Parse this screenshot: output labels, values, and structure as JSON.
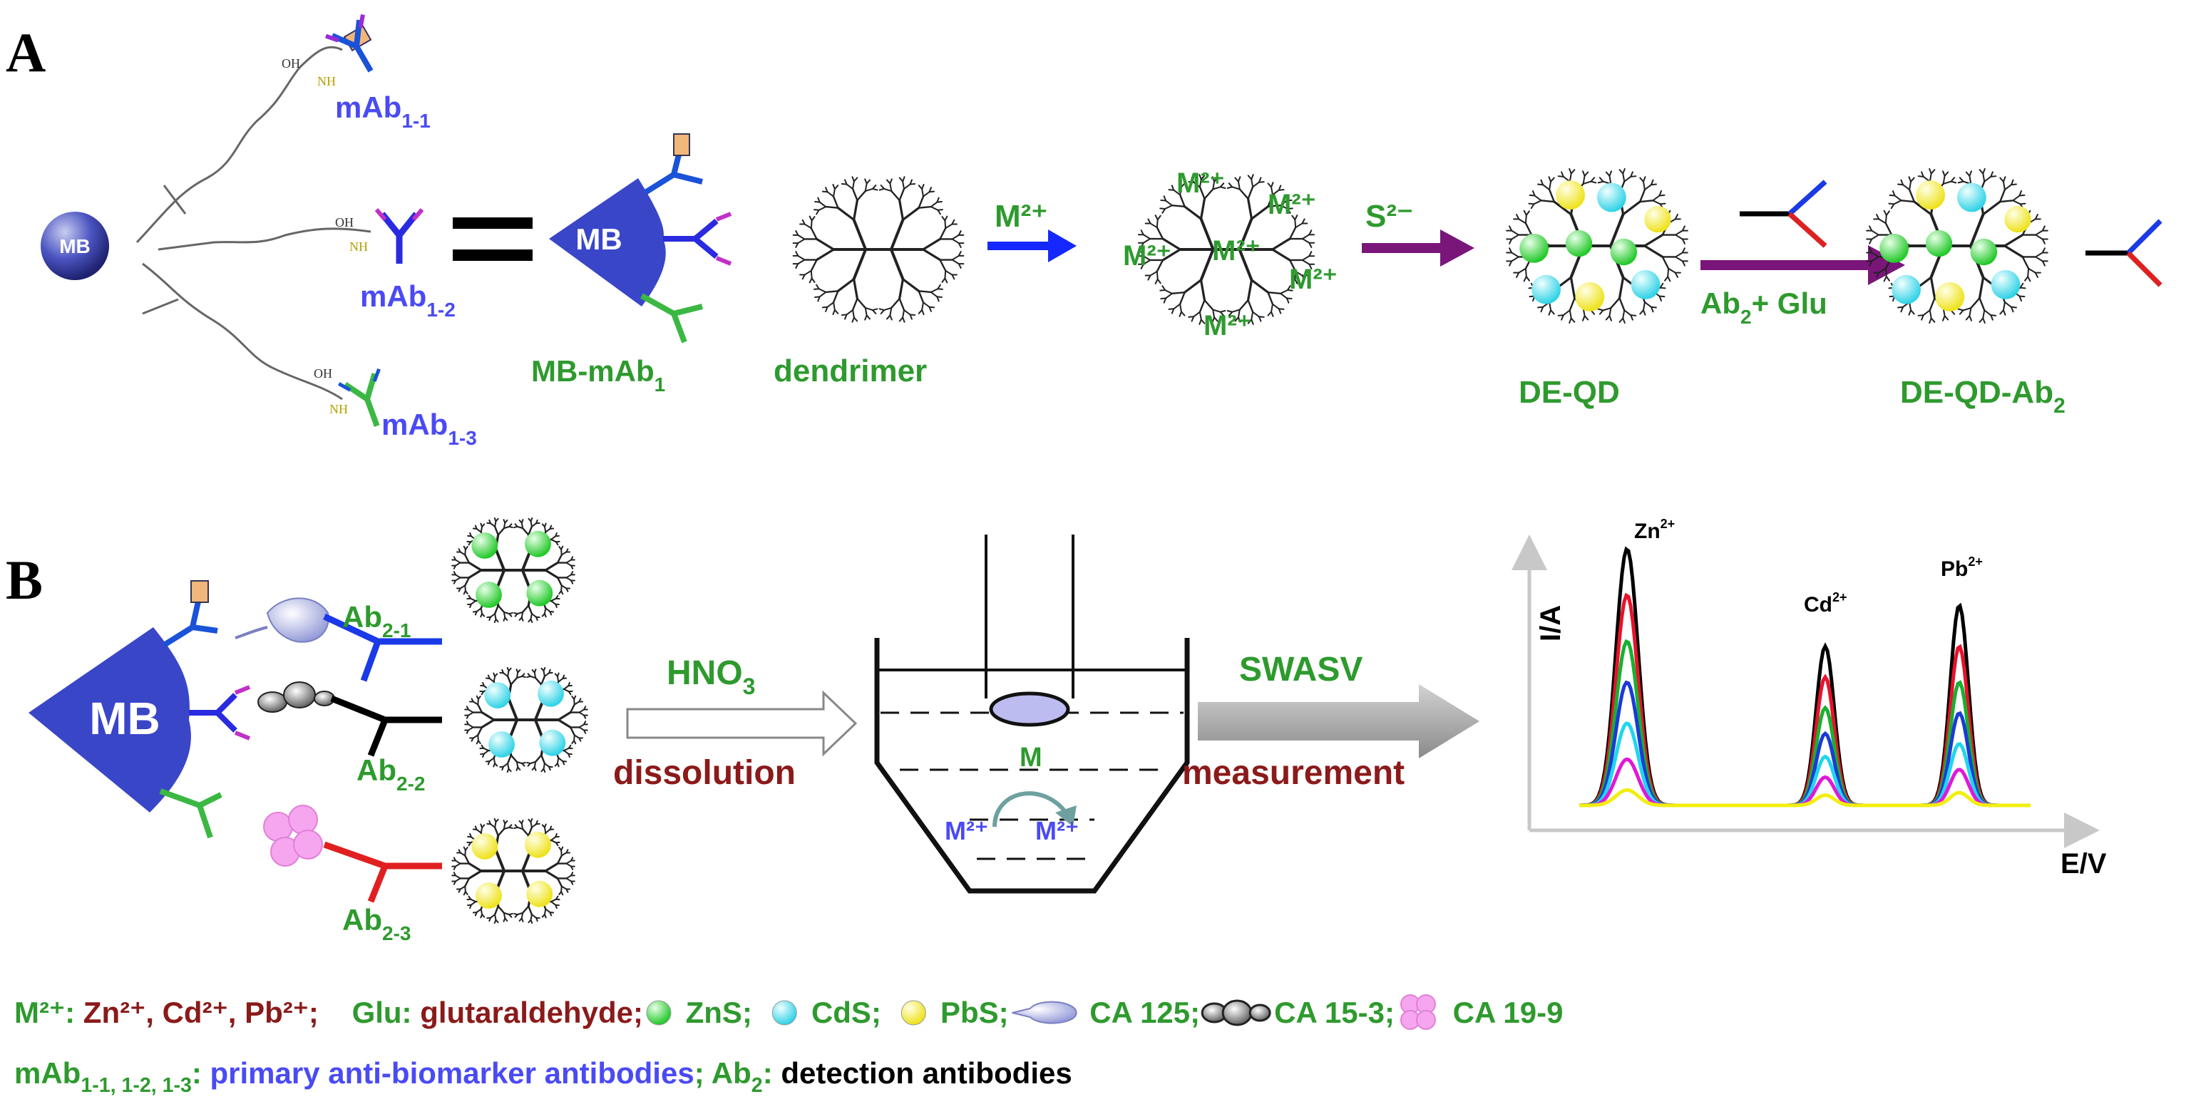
{
  "panels": {
    "a": "A",
    "b": "B"
  },
  "colors": {
    "green": "#2e9a2e",
    "blue_label": "#4a4af5",
    "dark_red": "#8b1a1a",
    "arrow_blue": "#1428ff",
    "arrow_purple": "#7a157a",
    "mb_blue": "#3a46c8",
    "zns": "#37e23a",
    "cds": "#46e6ee",
    "pbs": "#f7f23a",
    "ca125": "#b9bfe8",
    "ca19_9": "#f6a6ee"
  },
  "panel_a": {
    "mb": "MB",
    "mab_1_1": "mAb",
    "mab_1_1_sub": "1-1",
    "mab_1_2": "mAb",
    "mab_1_2_sub": "1-2",
    "mab_1_3": "mAb",
    "mab_1_3_sub": "1-3",
    "mb_mab": "MB-mAb",
    "mb_mab_sub": "1",
    "oh": "OH",
    "nh": "NH",
    "dendrimer": "dendrimer",
    "m2plus_arrow": "M²⁺",
    "m2plus_ion": "M²⁺",
    "s2minus": "S²⁻",
    "ab2": "Ab",
    "ab2_sub": "2",
    "plus_glu": "+ Glu",
    "de_qd": "DE-QD",
    "de_qd_ab2": "DE-QD-Ab",
    "de_qd_ab2_sub": "2"
  },
  "panel_b": {
    "mb": "MB",
    "ab2_1": "Ab",
    "ab2_1_sub": "2-1",
    "ab2_2": "Ab",
    "ab2_2_sub": "2-2",
    "ab2_3": "Ab",
    "ab2_3_sub": "2-3",
    "hno3": "HNO",
    "hno3_sub": "3",
    "dissolution": "dissolution",
    "m": "M",
    "m2plus": "M²⁺",
    "swasv": "SWASV",
    "measurement": "measurement",
    "y_axis": "I/A",
    "x_axis": "E/V",
    "zn": "Zn",
    "zn_sup": "2+",
    "cd": "Cd",
    "cd_sup": "2+",
    "pb": "Pb",
    "pb_sup": "2+"
  },
  "legend": {
    "line1": [
      {
        "t": "M²⁺: ",
        "c": "green"
      },
      {
        "t": "Zn²⁺, Cd²⁺, Pb²⁺;",
        "c": "dark_red"
      },
      {
        "t": "    Glu: ",
        "c": "green"
      },
      {
        "t": "glutaraldehyde;",
        "c": "dark_red"
      },
      {
        "icon": "zns"
      },
      {
        "t": " ZnS;  ",
        "c": "green"
      },
      {
        "icon": "cds"
      },
      {
        "t": " CdS;  ",
        "c": "green"
      },
      {
        "icon": "pbs"
      },
      {
        "t": " PbS;",
        "c": "green"
      },
      {
        "icon": "ca125"
      },
      {
        "t": " CA 125;",
        "c": "green"
      },
      {
        "icon": "ca15_3"
      },
      {
        "t": "CA 15-3;",
        "c": "green"
      },
      {
        "icon": "ca19_9"
      },
      {
        "t": " CA 19-9",
        "c": "green"
      }
    ],
    "line2": [
      {
        "t": "mAb",
        "c": "green"
      },
      {
        "t": "1-1, 1-2, 1-3",
        "c": "green",
        "sub": true
      },
      {
        "t": ": ",
        "c": "green"
      },
      {
        "t": "primary anti-biomarker antibodies",
        "c": "blue_label"
      },
      {
        "t": "; Ab",
        "c": "green"
      },
      {
        "t": "2",
        "c": "green",
        "sub": true
      },
      {
        "t": ": ",
        "c": "green"
      },
      {
        "t": "detection antibodies",
        "c": "black"
      }
    ]
  },
  "chart_data": {
    "type": "line",
    "xlabel": "E/V",
    "ylabel": "I/A",
    "peaks": [
      "Zn²⁺",
      "Cd²⁺",
      "Pb²⁺"
    ],
    "series": [
      {
        "color": "black",
        "values": [
          1.0,
          0.62,
          0.78
        ]
      },
      {
        "color": "red",
        "values": [
          0.82,
          0.5,
          0.62
        ]
      },
      {
        "color": "green",
        "values": [
          0.64,
          0.38,
          0.48
        ]
      },
      {
        "color": "blue",
        "values": [
          0.48,
          0.28,
          0.36
        ]
      },
      {
        "color": "cyan",
        "values": [
          0.32,
          0.19,
          0.24
        ]
      },
      {
        "color": "magenta",
        "values": [
          0.18,
          0.11,
          0.14
        ]
      },
      {
        "color": "yellow",
        "values": [
          0.06,
          0.04,
          0.05
        ]
      }
    ]
  }
}
